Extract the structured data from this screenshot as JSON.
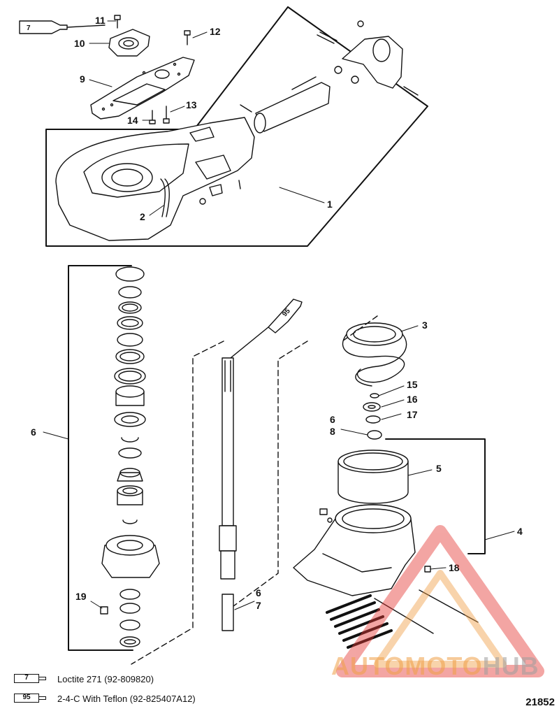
{
  "diagram": {
    "callouts": {
      "c1": "1",
      "c2": "2",
      "c3": "3",
      "c4": "4",
      "c5": "5",
      "c6a": "6",
      "c6b": "6",
      "c6c": "6",
      "c7": "7",
      "c8": "8",
      "c9": "9",
      "c10": "10",
      "c11": "11",
      "c12": "12",
      "c13": "13",
      "c14": "14",
      "c15": "15",
      "c16": "16",
      "c17": "17",
      "c18": "18",
      "c19": "19"
    },
    "tube_labels": {
      "loctite": "7",
      "teflon": "95"
    },
    "legend": [
      {
        "code": "7",
        "text": "Loctite 271 (92-809820)"
      },
      {
        "code": "95",
        "text": "2-4-C  With Teflon (92-825407A12)"
      }
    ],
    "figure_number": "21852",
    "watermark": {
      "part1": "AUTOMOTO",
      "part2": "HUB"
    }
  },
  "colors": {
    "line": "#111111",
    "watermark_orange": "#f0a046",
    "watermark_red": "#e53935",
    "watermark_gray": "#9e9e9e"
  }
}
